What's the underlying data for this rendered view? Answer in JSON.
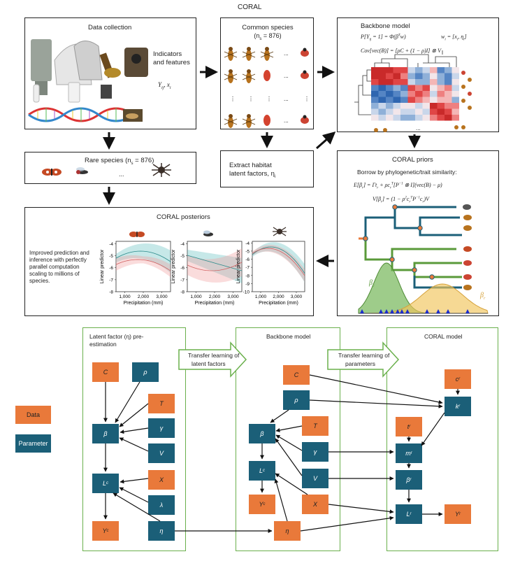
{
  "top_title": "CORAL",
  "data_collection": {
    "title": "Data collection",
    "indicators": "Indicators",
    "features": "and features",
    "vars": "Y",
    "vars_sub": "ij",
    "vars_rest": ", x",
    "vars_sub2": "i"
  },
  "common_species": {
    "title": "Common species",
    "count": "(n",
    "count_sub": "s",
    "count_rest": " = 876)"
  },
  "backbone_top": {
    "title": "Backbone model",
    "eq1": "P[Y",
    "eq1_sub": "ij",
    "eq1_rest": " = 1] = Φ(β",
    "eq1_sup": "T",
    "eq1_tail": "w",
    "eq2": "w",
    "eq2_sub": "i",
    "eq2_rest": " = [x",
    "eq2_tail": ", η",
    "eq3": "Cov[vec(B)] = [ρC + (1 − ρ)I] ⊗ V"
  },
  "rare_species": {
    "title": "Rare species (n",
    "sub": "s",
    "rest": " = 876)",
    "ellipsis": "..."
  },
  "extract": {
    "line1": "Extract habitat",
    "line2": "latent factors, η",
    "sub": "i"
  },
  "priors": {
    "title": "CORAL priors",
    "subtitle": "Borrow by phylogenetic/trait similarity:",
    "eq1": "E[β",
    "eq1_sub": "r",
    "eq1_rest": "] = Γt",
    "eq1_tail": " + ρc",
    "eq1_end": "[P",
    "eq1_sup2": "−1",
    "eq1_fin": " ⊗ I](vec(B) − μ)",
    "eq2": "V[β",
    "eq2_sub": "r",
    "eq2_rest": "] = (1 − ρ",
    "eq2_tail": "c",
    "eq2_end": "P",
    "eq2_fin": "c",
    "eq2_last": ")V",
    "beta_left": "β",
    "beta_left_sub": "c",
    "beta_right": "β",
    "beta_right_sub": "r"
  },
  "posteriors": {
    "title": "CORAL posteriors",
    "text": [
      "Improved prediction and",
      "inference with perfectly",
      "parallel computation",
      "scaling to millions of",
      "species."
    ],
    "ylabel": "Linear predictor",
    "xlabel": "Precipitation (mm)",
    "ellipsis": "...",
    "plots": [
      {
        "yticks": [
          "-4",
          "-5",
          "-6",
          "-7",
          "-8"
        ],
        "xticks": [
          "1,000",
          "2,000",
          "3,000"
        ]
      },
      {
        "yticks": [
          "-4",
          "-5",
          "-6",
          "-7",
          "-8"
        ],
        "xticks": [
          "1,000",
          "2,000",
          "3,000"
        ]
      },
      {
        "yticks": [
          "-4",
          "-5",
          "-6",
          "-7",
          "-8",
          "-9",
          "-10"
        ],
        "xticks": [
          "1,000",
          "2,000",
          "3,000"
        ]
      }
    ]
  },
  "bottom": {
    "panel1_title_l1": "Latent factor (η) pre-",
    "panel1_title_l2": "estimation",
    "panel2_title": "Backbone model",
    "panel3_title": "CORAL model",
    "transfer1_l1": "Transfer learning of",
    "transfer1_l2": "latent factors",
    "transfer2_l1": "Transfer learning of",
    "transfer2_l2": "parameters",
    "legend_data": "Data",
    "legend_param": "Parameter",
    "nodes": {
      "p1_C": "C",
      "p1_rho": "ρ",
      "p1_T": "T",
      "p1_beta": "β",
      "p1_gamma": "γ",
      "p1_V": "V",
      "p1_Lc": "L",
      "p1_Lc_sub": "c",
      "p1_X": "X",
      "p1_lambda": "λ",
      "p1_Yc": "Y",
      "p1_Yc_sub": "c",
      "p1_eta": "η",
      "p2_C": "C",
      "p2_rho": "ρ",
      "p2_T": "T",
      "p2_beta": "β",
      "p2_gamma": "γ",
      "p2_Lc": "L",
      "p2_Lc_sub": "c",
      "p2_V": "V",
      "p2_Yc": "Y",
      "p2_Yc_sub": "c",
      "p2_X": "X",
      "p2_eta": "η",
      "p3_cr": "c",
      "p3_cr_sub": "r",
      "p3_kr": "k",
      "p3_kr_sub": "r",
      "p3_tr": "t",
      "p3_tr_sub": "r",
      "p3_mr": "m",
      "p3_mr_sub": "r",
      "p3_betar": "β",
      "p3_betar_sub": "r",
      "p3_Lr": "L",
      "p3_Lr_sub": "r",
      "p3_Yr": "Y",
      "p3_Yr_sub": "r"
    }
  },
  "colors": {
    "data": "#e9793a",
    "parameter": "#1b5f78",
    "panel_border": "#6ab04c"
  }
}
